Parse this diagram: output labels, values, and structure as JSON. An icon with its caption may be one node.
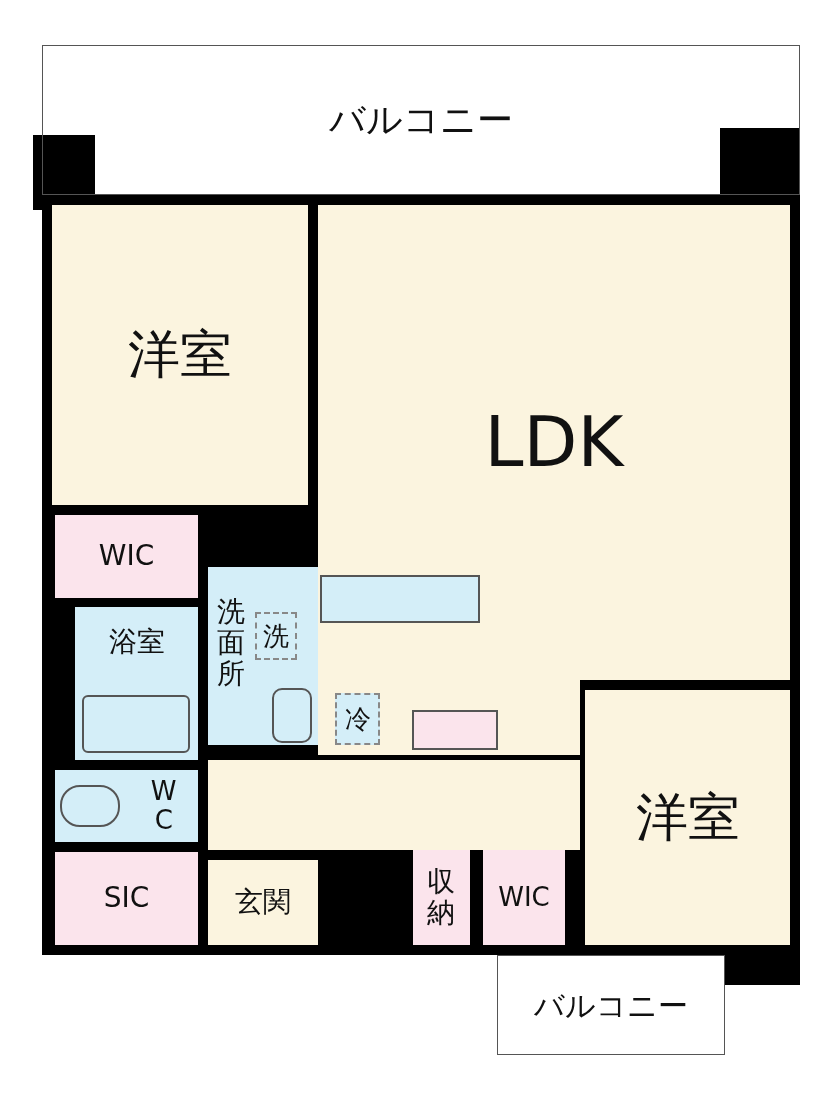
{
  "diagram": {
    "nodes": [
      {
        "text": [
          "バルコニー"
        ]
      },
      {
        "text": [
          "洋室"
        ]
      },
      {
        "text": [
          "LDK"
        ]
      },
      {
        "text": [
          "WIC"
        ]
      },
      {
        "text": [
          "浴室"
        ]
      },
      {
        "text": [
          "洗面所"
        ]
      },
      {
        "text": [
          "洗"
        ],
        "in": 5
      },
      {
        "text": [
          "W C"
        ]
      },
      {
        "text": [
          "冷"
        ]
      },
      {
        "text": [
          "洋室"
        ]
      },
      {
        "text": [
          "SIC"
        ]
      },
      {
        "text": [
          "玄関"
        ]
      },
      {
        "text": [
          "収納"
        ]
      },
      {
        "text": [
          "WIC"
        ]
      },
      {
        "text": [
          "バルコニー"
        ]
      }
    ]
  }
}
